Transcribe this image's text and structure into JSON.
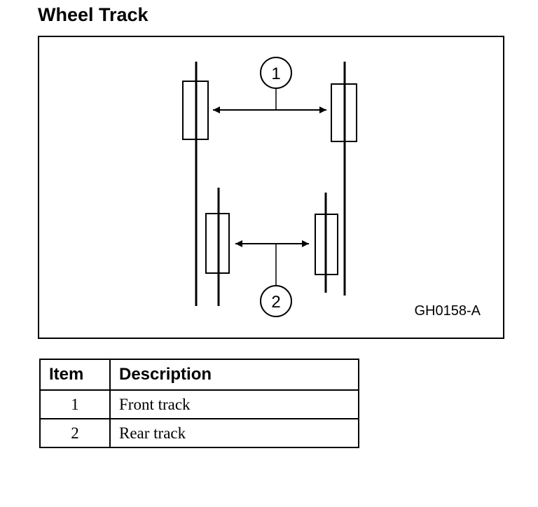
{
  "page": {
    "title": "Wheel Track"
  },
  "figure": {
    "code": "GH0158-A",
    "callouts": [
      {
        "number": "1"
      },
      {
        "number": "2"
      }
    ]
  },
  "table": {
    "headers": {
      "item": "Item",
      "description": "Description"
    },
    "rows": [
      {
        "item": "1",
        "description": "Front track"
      },
      {
        "item": "2",
        "description": "Rear track"
      }
    ]
  }
}
